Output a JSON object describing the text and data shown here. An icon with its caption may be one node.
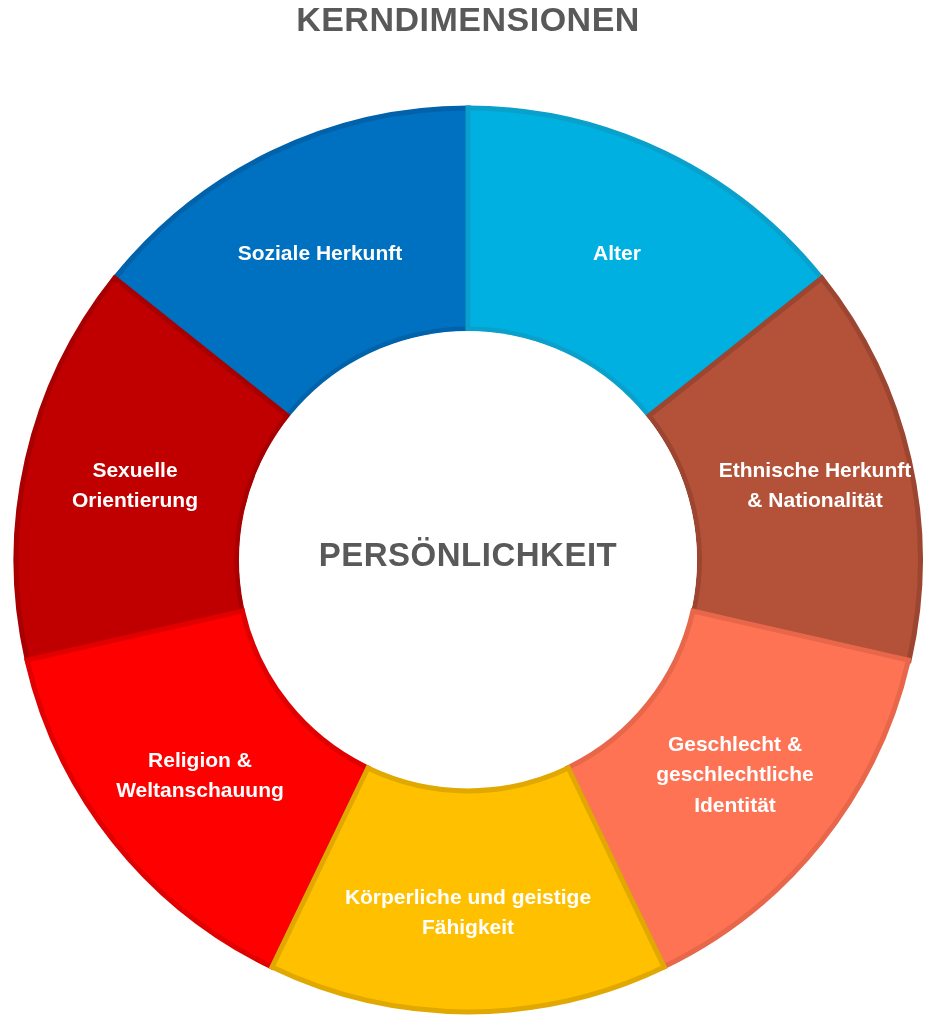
{
  "diagram": {
    "title": "KERNDIMENSIONEN",
    "nodes": [
      {
        "text": [
          "Soziale Herkunft"
        ]
      },
      {
        "text": [
          "Alter"
        ]
      },
      {
        "text": [
          "Sexuelle Orientierung"
        ]
      },
      {
        "text": [
          "Ethnische Herkunft & Nationalität"
        ]
      },
      {
        "text": [
          "PERSÖNLICHKEIT"
        ]
      },
      {
        "text": [
          "Religion & Weltanschauung"
        ]
      },
      {
        "text": [
          "Geschlecht & geschlechtliche Identität"
        ]
      },
      {
        "text": [
          "Körperliche und geistige Fähigkeit"
        ]
      }
    ],
    "edges": []
  }
}
